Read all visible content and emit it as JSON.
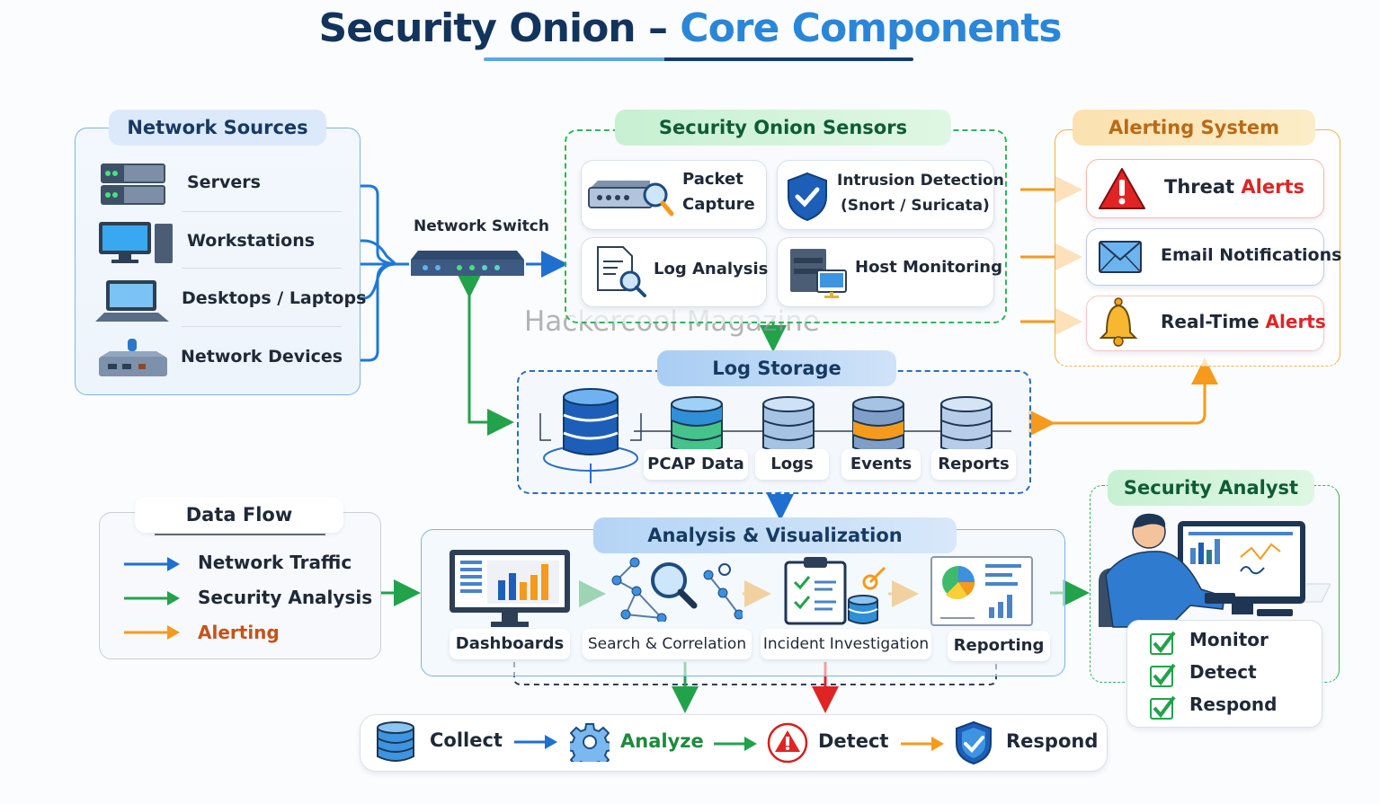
{
  "title": {
    "part1": "Security Onion",
    "dash": " – ",
    "part2": "Core Components"
  },
  "watermark": "Hackercool Magazine",
  "colors": {
    "network_traffic": "#1f6fd0",
    "security_analysis": "#22a24a",
    "alerting": "#f59a1b",
    "title_dark": "#12335c",
    "title_accent": "#2a86d8",
    "alert_red": "#e02424"
  },
  "network_sources": {
    "header": "Network Sources",
    "items": [
      {
        "label": "Servers",
        "icon": "server-rack-icon"
      },
      {
        "label": "Workstations",
        "icon": "workstation-icon"
      },
      {
        "label": "Desktops / Laptops",
        "icon": "laptop-icon"
      },
      {
        "label": "Network Devices",
        "icon": "router-icon"
      }
    ]
  },
  "network_switch": {
    "label": "Network Switch"
  },
  "sensors": {
    "header": "Security Onion Sensors",
    "items": [
      {
        "line1": "Packet",
        "line2": "Capture",
        "icon": "packet-capture-icon"
      },
      {
        "line1": "Intrusion Detection",
        "line2": "(Snort / Suricata)",
        "icon": "shield-check-icon"
      },
      {
        "line1": "Log Analysis",
        "line2": "",
        "icon": "log-search-icon"
      },
      {
        "line1": "Host Monitoring",
        "line2": "",
        "icon": "host-monitor-icon"
      }
    ]
  },
  "alerting": {
    "header": "Alerting System",
    "items": [
      {
        "text": "Threat ",
        "highlight": "Alerts",
        "icon": "warning-triangle-icon"
      },
      {
        "text": "Email Notifications",
        "highlight": "",
        "icon": "envelope-icon"
      },
      {
        "text": "Real-Time ",
        "highlight": "Alerts",
        "icon": "bell-icon"
      }
    ]
  },
  "log_storage": {
    "header": "Log Storage",
    "items": [
      "PCAP Data",
      "Logs",
      "Events",
      "Reports"
    ]
  },
  "data_flow": {
    "header": "Data Flow",
    "legend": [
      {
        "label": "Network Traffic",
        "color": "#1f6fd0"
      },
      {
        "label": "Security Analysis",
        "color": "#22a24a"
      },
      {
        "label": "Alerting",
        "color": "#f59a1b"
      }
    ]
  },
  "analysis": {
    "header": "Analysis & Visualization",
    "items": [
      "Dashboards",
      "Search & Correlation",
      "Incident Investigation",
      "Reporting"
    ]
  },
  "analyst": {
    "header": "Security Analyst",
    "tasks": [
      "Monitor",
      "Detect",
      "Respond"
    ]
  },
  "pipeline": {
    "steps": [
      {
        "label": "Collect",
        "icon": "database-icon"
      },
      {
        "label": "Analyze",
        "icon": "gear-icon"
      },
      {
        "label": "Detect",
        "icon": "alert-circle-icon"
      },
      {
        "label": "Respond",
        "icon": "shield-check-icon"
      }
    ]
  }
}
